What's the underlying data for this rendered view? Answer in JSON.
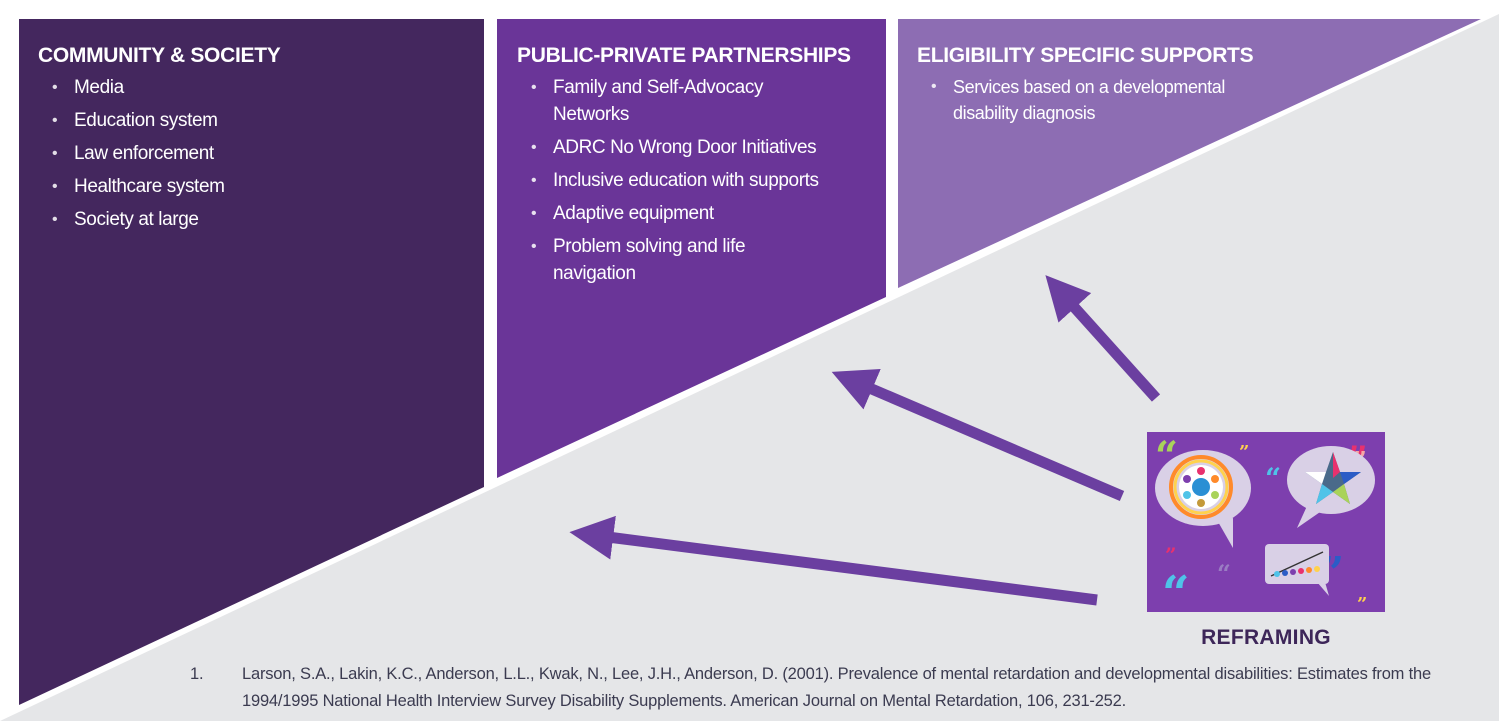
{
  "colors": {
    "panel_community": "#44275e",
    "panel_partnerships": "#6a3598",
    "panel_eligibility": "#8d6db3",
    "arrow": "#6b3fa0",
    "background": "#e5e6e8",
    "reframing_bg": "#7d3fae"
  },
  "panels": [
    {
      "title": "COMMUNITY & SOCIETY",
      "items": [
        "Media",
        "Education system",
        "Law enforcement",
        "Healthcare system",
        "Society at large"
      ]
    },
    {
      "title": "PUBLIC-PRIVATE PARTNERSHIPS",
      "items": [
        "Family and Self-Advocacy Networks",
        "ADRC No Wrong Door Initiatives",
        "Inclusive education with supports",
        "Adaptive equipment",
        "Problem solving and life navigation"
      ]
    },
    {
      "title": "ELIGIBILITY SPECIFIC SUPPORTS",
      "items": [
        "Services based on a developmental disability diagnosis"
      ]
    }
  ],
  "reframing": {
    "label": "REFRAMING",
    "icons": [
      "quote-marks-icon",
      "speech-bubble-icon",
      "wheel-diagram-icon",
      "star-icon",
      "growth-chart-icon"
    ]
  },
  "reference": {
    "number": "1.",
    "text": "Larson, S.A., Lakin, K.C., Anderson, L.L., Kwak, N., Lee, J.H., Anderson, D. (2001). Prevalence of mental retardation and developmental disabilities: Estimates from the 1994/1995 National Health Interview Survey Disability Supplements. American Journal on Mental Retardation, 106, 231-252."
  }
}
